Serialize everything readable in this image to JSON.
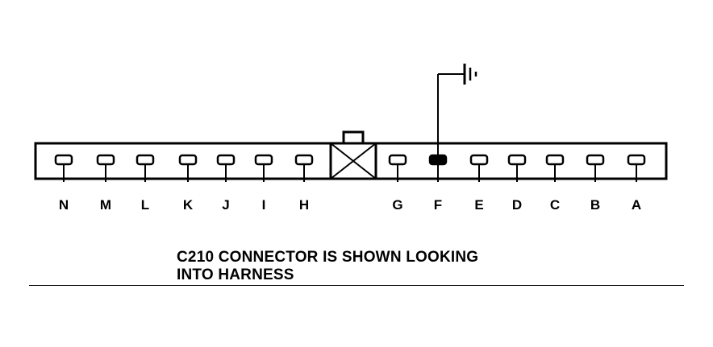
{
  "connector": {
    "caption_line1": "C210 CONNECTOR IS SHOWN LOOKING",
    "caption_line2": "INTO HARNESS",
    "left_pins": [
      "N",
      "M",
      "L",
      "K",
      "J",
      "I",
      "H"
    ],
    "right_pins": [
      "G",
      "F",
      "E",
      "D",
      "C",
      "B",
      "A"
    ],
    "filled_pin": "F",
    "ground_pin": "F"
  },
  "icons": {
    "ground": "ground-icon",
    "key": "polarization-key-icon"
  }
}
